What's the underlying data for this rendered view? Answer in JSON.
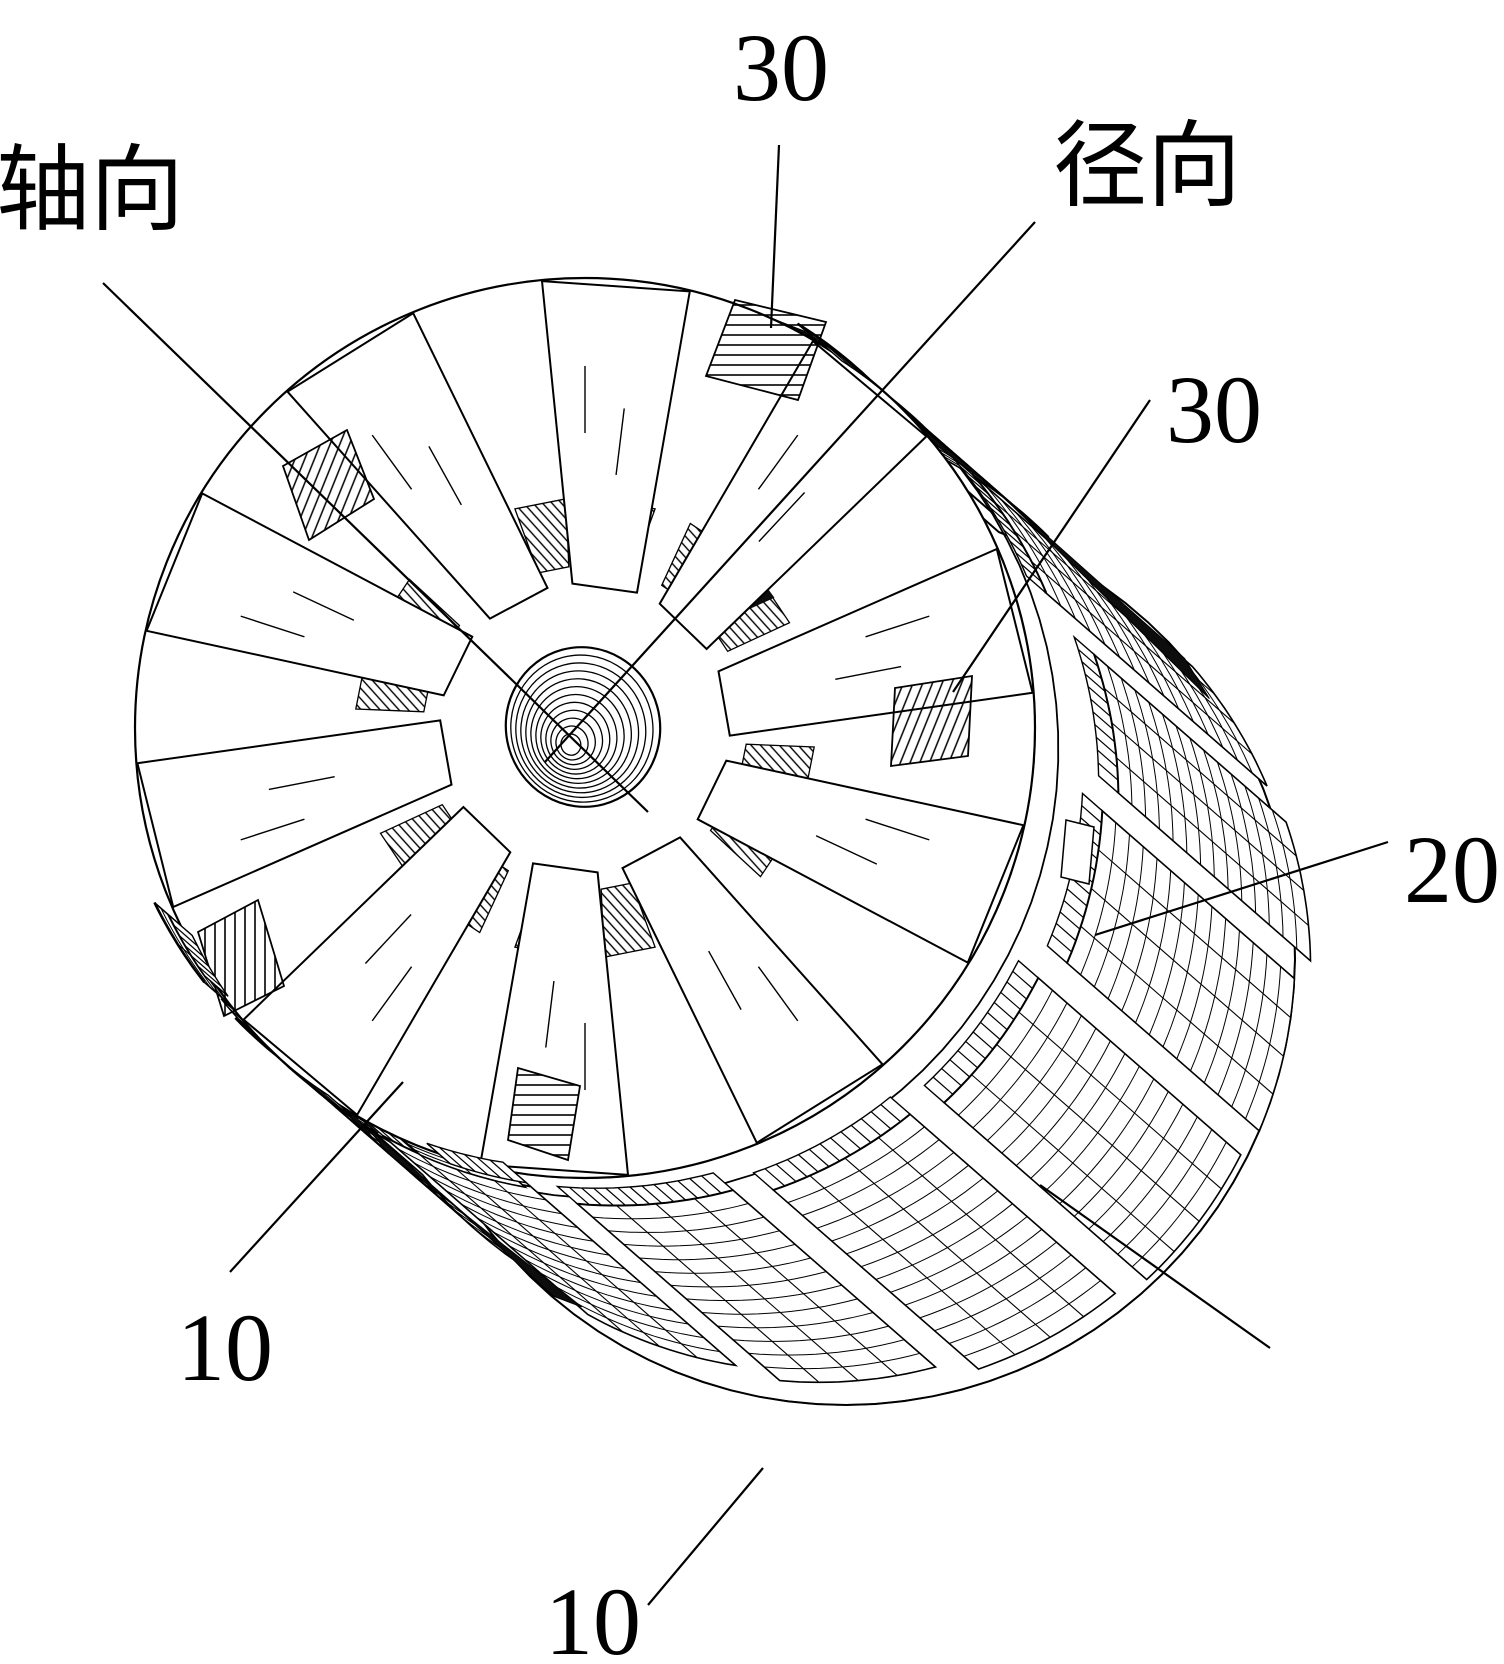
{
  "figure": {
    "type": "patent-isometric-line-drawing",
    "subject": "motor stator assembly",
    "labels": {
      "axial": "轴向",
      "radial": "径向",
      "ref_30_top": "30",
      "ref_30_right": "30",
      "ref_20": "20",
      "ref_10_left": "10",
      "ref_10_bottom": "10"
    },
    "colors": {
      "line": "#000000",
      "background": "#ffffff",
      "dark_fill": "#0d0d0d"
    }
  }
}
